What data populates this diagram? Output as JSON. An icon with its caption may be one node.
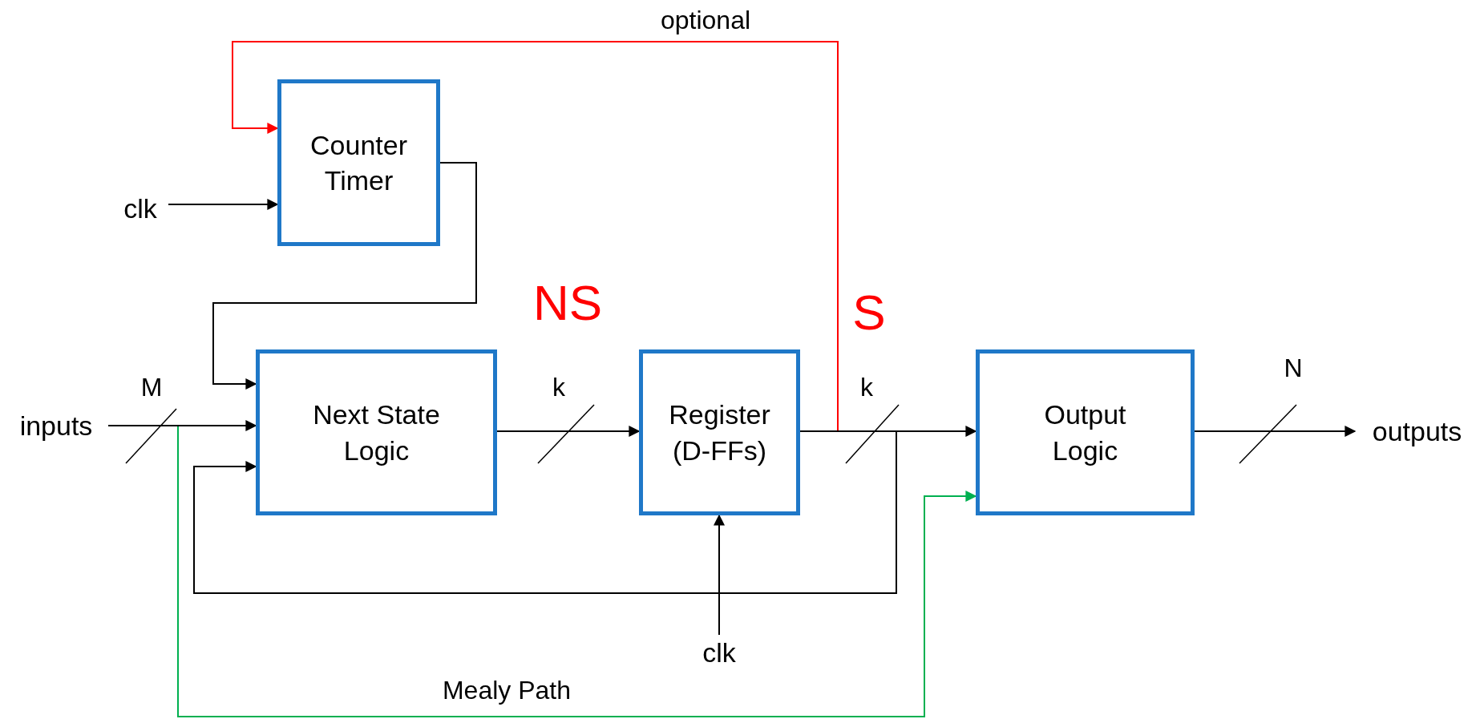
{
  "diagram": {
    "nodes": [
      {
        "text": [
          "Counter Timer"
        ]
      },
      {
        "text": [
          "clk"
        ]
      },
      {
        "text": [
          "inputs"
        ]
      },
      {
        "text": [
          "Next State Logic"
        ]
      },
      {
        "text": [
          "Register (D-FFs)"
        ]
      },
      {
        "text": [
          "Output Logic"
        ]
      },
      {
        "text": [
          "outputs"
        ]
      },
      {
        "text": [
          "clk"
        ]
      }
    ],
    "edges": [
      {
        "from": 1,
        "to": 0,
        "arrow": "to"
      },
      {
        "from": 0,
        "to": 3,
        "arrow": "to"
      },
      {
        "from": 2,
        "to": 3,
        "arrow": "to",
        "label": "M"
      },
      {
        "from": 3,
        "to": 4,
        "arrow": "to",
        "label": "k"
      },
      {
        "from": 4,
        "to": 5,
        "arrow": "to",
        "label": "k"
      },
      {
        "from": 4,
        "to": 3,
        "arrow": "to"
      },
      {
        "from": 4,
        "to": 0,
        "arrow": "to",
        "label": "optional",
        "color": "#ff0000"
      },
      {
        "from": 7,
        "to": 4,
        "arrow": "to"
      },
      {
        "from": 5,
        "to": 6,
        "arrow": "to",
        "label": "N"
      },
      {
        "from": 2,
        "to": 5,
        "arrow": "to",
        "label": "Mealy Path",
        "color": "#00b050"
      }
    ],
    "labels": [
      "NS",
      "S"
    ]
  }
}
